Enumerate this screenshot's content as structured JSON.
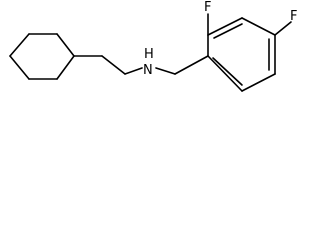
{
  "molecule": {
    "atom_labels": {
      "amine": "H\nN",
      "amine_h": "H",
      "amine_n": "N",
      "fluorine_ortho": "F",
      "fluorine_para": "F"
    }
  }
}
